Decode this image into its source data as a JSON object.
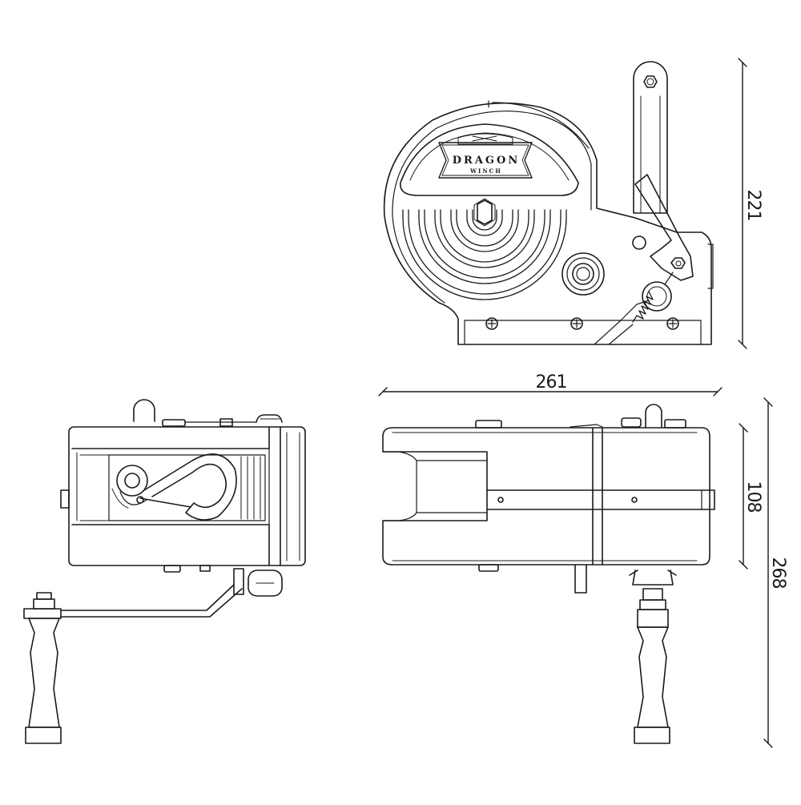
{
  "logo": {
    "brand": "DRAGON",
    "sub": "WINCH"
  },
  "dimensions": {
    "height_side": "221",
    "length_front": "261",
    "body_height": "108",
    "total_height": "268"
  },
  "colors": {
    "line": "#1a1a1a",
    "background": "#ffffff"
  }
}
